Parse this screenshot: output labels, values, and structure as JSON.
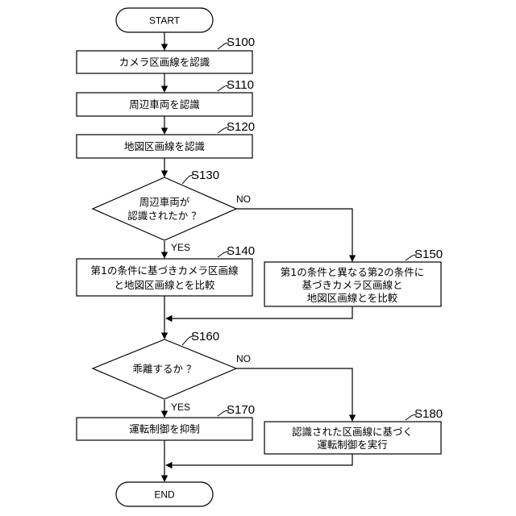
{
  "terminals": {
    "start": "START",
    "end": "END"
  },
  "steps": {
    "s100": {
      "id": "S100",
      "text": "カメラ区画線を認識"
    },
    "s110": {
      "id": "S110",
      "text": "周辺車両を認識"
    },
    "s120": {
      "id": "S120",
      "text": "地図区画線を認識"
    },
    "s130": {
      "id": "S130",
      "line1": "周辺車両が",
      "line2": "認識されたか ？"
    },
    "s140": {
      "id": "S140",
      "line1": "第1の条件に基づきカメラ区画線",
      "line2": "と地図区画線とを比較"
    },
    "s150": {
      "id": "S150",
      "line1": "第1の条件と異なる第2の条件に",
      "line2": "基づきカメラ区画線と",
      "line3": "地図区画線とを比較"
    },
    "s160": {
      "id": "S160",
      "text": "乖離するか ？"
    },
    "s170": {
      "id": "S170",
      "text": "運転制御を抑制"
    },
    "s180": {
      "id": "S180",
      "line1": "認識された区画線に基づく",
      "line2": "運転制御を実行"
    }
  },
  "branches": {
    "s130_yes": "YES",
    "s130_no": "NO",
    "s160_yes": "YES",
    "s160_no": "NO"
  }
}
